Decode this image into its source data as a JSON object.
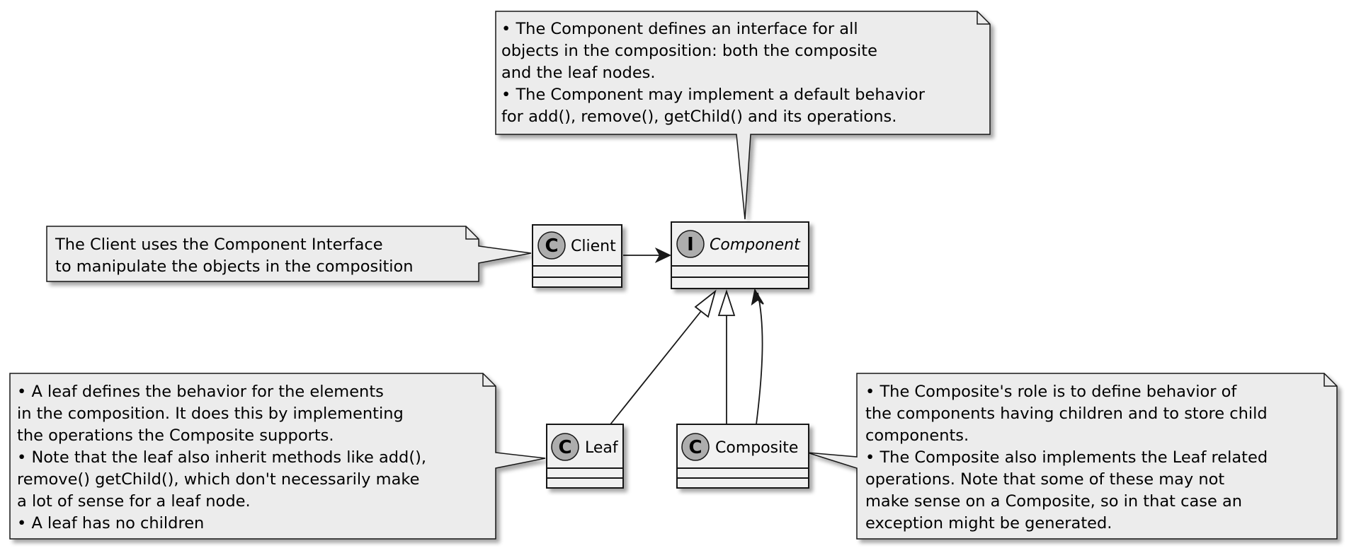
{
  "diagram": {
    "classes": {
      "client": {
        "name": "Client",
        "stereotype_letter": "C"
      },
      "component": {
        "name": "Component",
        "stereotype_letter": "I",
        "italic": true
      },
      "leaf": {
        "name": "Leaf",
        "stereotype_letter": "C"
      },
      "composite": {
        "name": "Composite",
        "stereotype_letter": "C"
      }
    },
    "notes": {
      "component": [
        "The Component defines an interface for all",
        "objects in the composition: both the composite",
        "and the leaf nodes.",
        "The Component may implement a default behavior",
        "for add(), remove(), getChild() and its operations."
      ],
      "client": [
        "The Client uses the Component Interface",
        "to manipulate the objects in the composition"
      ],
      "leaf": [
        "A leaf defines the behavior for the elements",
        "in the composition. It does this by implementing",
        "the operations the Composite supports.",
        "Note that the leaf also inherit methods like add(),",
        "remove() getChild(), which don't necessarily make",
        "a lot of sense for a leaf node.",
        "A leaf has no children"
      ],
      "composite": [
        "The Composite's role is to define behavior of",
        "the components having children and to store child",
        "components.",
        "The Composite also implements the Leaf related",
        "operations. Note that some of these may not",
        "make sense on a Composite, so in that case an",
        "exception might be generated."
      ]
    },
    "colors": {
      "note_fill": "#ececec",
      "class_fill": "#f1f1f1",
      "badge_fill": "#adadad",
      "line": "#181818",
      "shadow": "#b9b9b9"
    }
  }
}
